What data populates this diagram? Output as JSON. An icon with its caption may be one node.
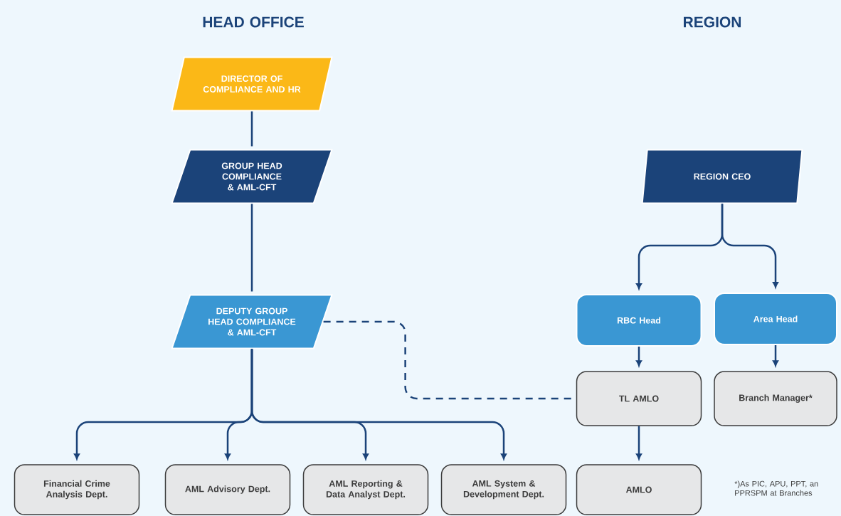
{
  "diagram": {
    "nodes": [
      {
        "text": [
          "DIRECTOR OF COMPLIANCE AND HR"
        ]
      },
      {
        "text": [
          "GROUP HEAD COMPLIANCE & AML-CFT"
        ]
      },
      {
        "text": [
          "DEPUTY GROUP HEAD COMPLIANCE & AML-CFT"
        ]
      },
      {
        "text": [
          "REGION CEO"
        ]
      },
      {
        "text": [
          "RBC Head"
        ]
      },
      {
        "text": [
          "Area Head"
        ]
      },
      {
        "text": [
          "TL AMLO"
        ]
      },
      {
        "text": [
          "Branch Manager*"
        ]
      },
      {
        "text": [
          "Financial Crime Analysis Dept."
        ]
      },
      {
        "text": [
          "AML Advisory Dept."
        ]
      },
      {
        "text": [
          "AML Reporting & Data Analyst Dept."
        ]
      },
      {
        "text": [
          "AML System & Development Dept."
        ]
      },
      {
        "text": [
          "AMLO"
        ]
      }
    ],
    "edges": [
      {
        "from": 0,
        "to": 1,
        "arrow": "none"
      },
      {
        "from": 1,
        "to": 2,
        "arrow": "none"
      },
      {
        "from": 2,
        "to": 8,
        "arrow": "to"
      },
      {
        "from": 2,
        "to": 9,
        "arrow": "to"
      },
      {
        "from": 2,
        "to": 10,
        "arrow": "to"
      },
      {
        "from": 2,
        "to": 11,
        "arrow": "to"
      },
      {
        "from": 2,
        "to": 6,
        "arrow": "none",
        "style": "dashed"
      },
      {
        "from": 3,
        "to": 4,
        "arrow": "to"
      },
      {
        "from": 3,
        "to": 5,
        "arrow": "to"
      },
      {
        "from": 4,
        "to": 6,
        "arrow": "to"
      },
      {
        "from": 5,
        "to": 7,
        "arrow": "to"
      },
      {
        "from": 6,
        "to": 12,
        "arrow": "to"
      }
    ],
    "labels": [
      "HEAD OFFICE",
      "REGION",
      "*)As PIC, APU, PPT, an PPRSPM at Branches"
    ]
  }
}
